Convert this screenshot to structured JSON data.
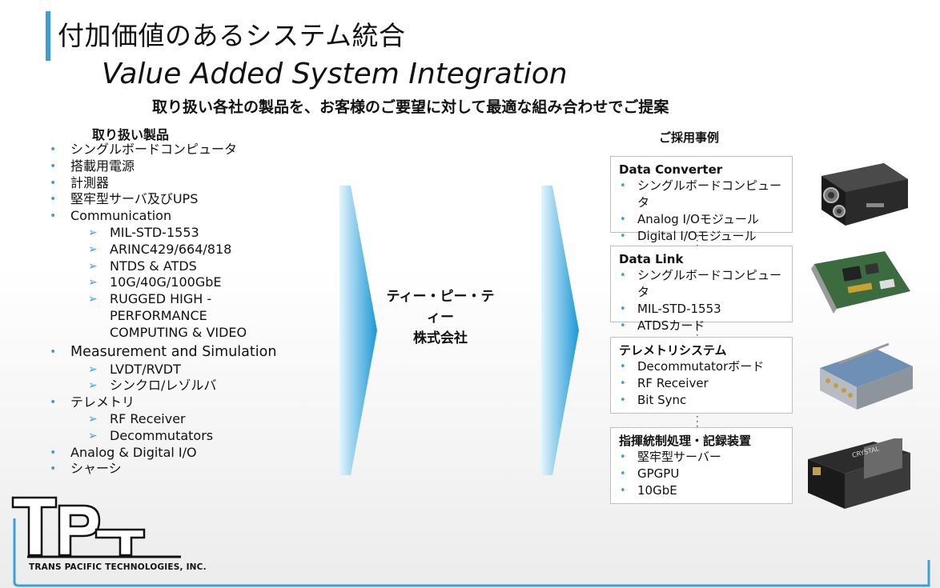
{
  "title_jp": "付加価値のあるシステム統合",
  "title_en": "Value Added System Integration",
  "subtitle": "取り扱い各社の製品を、お客様のご要望に対して最適な組み合わせでご提案",
  "products": {
    "heading": "取り扱い製品",
    "items": [
      "シングルボードコンピュータ",
      "搭載用電源",
      "計測器",
      "堅牢型サーバ及びUPS",
      "Communication"
    ],
    "communication_sub": [
      "MIL-STD-1553",
      "ARINC429/664/818",
      "NTDS & ATDS",
      "10G/40G/100GbE"
    ],
    "rugged": [
      "RUGGED HIGH -",
      "PERFORMANCE",
      "COMPUTING & VIDEO"
    ],
    "measurement": "Measurement and Simulation",
    "measurement_sub": [
      "LVDT/RVDT",
      "シンクロ/レゾルバ"
    ],
    "telemetry": "テレメトリ",
    "telemetry_sub": [
      "RF Receiver",
      "Decommutators"
    ],
    "analog": "Analog & Digital I/O",
    "chassis": "シャーシ"
  },
  "company": [
    "ティー・ピー・ティー",
    "株式会社"
  ],
  "cases": {
    "heading": "ご採用事例",
    "boxes": [
      {
        "title": "Data Converter",
        "items": [
          "シングルボードコンピュータ",
          "Analog I/Oモジュール",
          "Digital I/Oモジュール"
        ]
      },
      {
        "title": "Data Link",
        "items": [
          "シングルボードコンピュータ",
          "MIL-STD-1553",
          "ATDSカード"
        ]
      },
      {
        "title": "テレメトリシステム",
        "items": [
          "Decommutatorボード",
          "RF Receiver",
          "Bit Sync"
        ]
      },
      {
        "title": "指揮統制処理・記録装置",
        "items": [
          "堅牢型サーバー",
          "GPGPU",
          "10GbE"
        ]
      }
    ],
    "dots": "⋮"
  },
  "logo": {
    "text": "TRANS PACIFIC TECHNOLOGIES, INC.",
    "mark": "TPT"
  },
  "colors": {
    "accent": "#3d9fd8",
    "arrow_light": "#d6f0fb",
    "arrow_dark": "#1b97d6"
  }
}
